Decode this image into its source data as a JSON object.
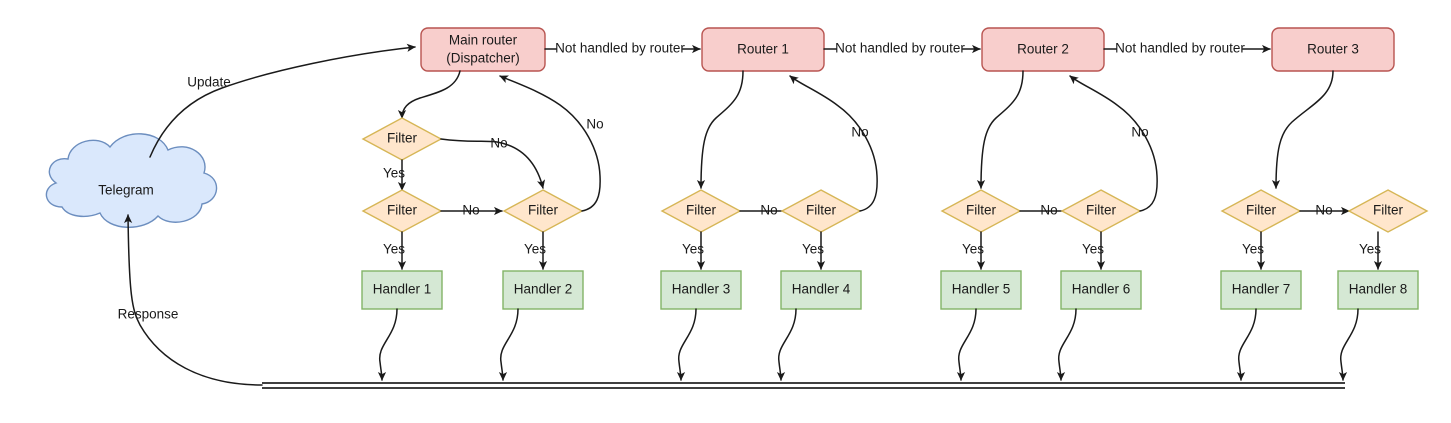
{
  "diagram": {
    "title": "Telegram bot update routing flow",
    "colors": {
      "router_fill": "#f8cecc",
      "router_stroke": "#b85450",
      "filter_fill": "#ffe6cc",
      "filter_stroke": "#d6b656",
      "handler_fill": "#d5e8d4",
      "handler_stroke": "#82b366",
      "cloud_fill": "#dae8fc",
      "cloud_stroke": "#6c8ebf",
      "line": "#1a1a1a",
      "background": "#ffffff"
    },
    "source": {
      "label": "Telegram",
      "shape": "cloud"
    },
    "routers": [
      {
        "id": "main-router",
        "line1": "Main router",
        "line2": "(Dispatcher)",
        "two_line": true
      },
      {
        "id": "router-1",
        "line1": "Router 1",
        "line2": "",
        "two_line": false
      },
      {
        "id": "router-2",
        "line1": "Router 2",
        "line2": "",
        "two_line": false
      },
      {
        "id": "router-3",
        "line1": "Router 3",
        "line2": "",
        "two_line": false
      }
    ],
    "filters": [
      {
        "id": "filter-a",
        "label": "Filter"
      },
      {
        "id": "filter-b",
        "label": "Filter"
      },
      {
        "id": "filter-c",
        "label": "Filter"
      },
      {
        "id": "filter-d",
        "label": "Filter"
      },
      {
        "id": "filter-e",
        "label": "Filter"
      },
      {
        "id": "filter-f",
        "label": "Filter"
      },
      {
        "id": "filter-g",
        "label": "Filter"
      },
      {
        "id": "filter-h",
        "label": "Filter"
      },
      {
        "id": "filter-i",
        "label": "Filter"
      },
      {
        "id": "filter-j",
        "label": "Filter"
      }
    ],
    "handlers": [
      {
        "id": "handler-1",
        "label": "Handler 1"
      },
      {
        "id": "handler-2",
        "label": "Handler 2"
      },
      {
        "id": "handler-3",
        "label": "Handler 3"
      },
      {
        "id": "handler-4",
        "label": "Handler 4"
      },
      {
        "id": "handler-5",
        "label": "Handler 5"
      },
      {
        "id": "handler-6",
        "label": "Handler 6"
      },
      {
        "id": "handler-7",
        "label": "Handler 7"
      },
      {
        "id": "handler-8",
        "label": "Handler 8"
      }
    ],
    "edge_labels": {
      "update": "Update",
      "response": "Response",
      "not_handled_1": "Not handled by router",
      "not_handled_2": "Not handled by router",
      "not_handled_3": "Not handled by router",
      "yes": "Yes",
      "no": "No"
    },
    "yes_labels": [
      "Yes",
      "Yes",
      "Yes",
      "Yes",
      "Yes",
      "Yes",
      "Yes",
      "Yes"
    ],
    "no_labels": [
      "No",
      "No",
      "No",
      "No",
      "No",
      "No",
      "No",
      "No",
      "No",
      "No"
    ]
  }
}
